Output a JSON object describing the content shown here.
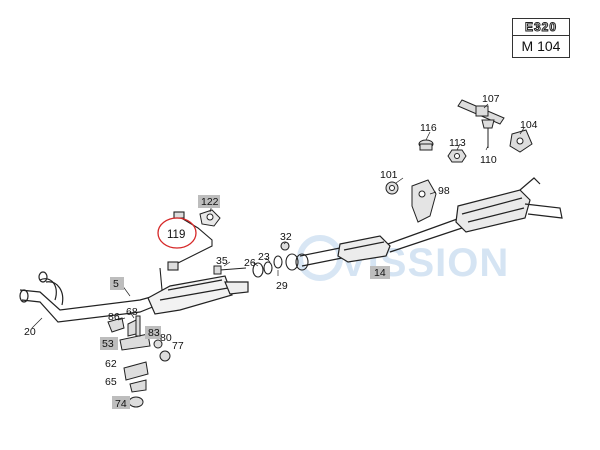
{
  "model_box": {
    "top": "E320",
    "bottom": "M 104"
  },
  "watermark": "VISSION",
  "colors": {
    "line": "#222222",
    "highlight_circle": "#d62828",
    "label_bg": "#bdbdbd",
    "watermark": "#c7dcef"
  },
  "part_labels": {
    "p5": "5",
    "p20": "20",
    "p14": "14",
    "p23": "23",
    "p26": "26",
    "p29": "29",
    "p32": "32",
    "p35": "35",
    "p53": "53",
    "p62": "62",
    "p65": "65",
    "p68": "68",
    "p74": "74",
    "p77": "77",
    "p80": "80",
    "p83": "83",
    "p86": "86",
    "p98": "98",
    "p101": "101",
    "p104": "104",
    "p107": "107",
    "p110": "110",
    "p113": "113",
    "p116": "116",
    "p119": "119",
    "p122": "122"
  }
}
